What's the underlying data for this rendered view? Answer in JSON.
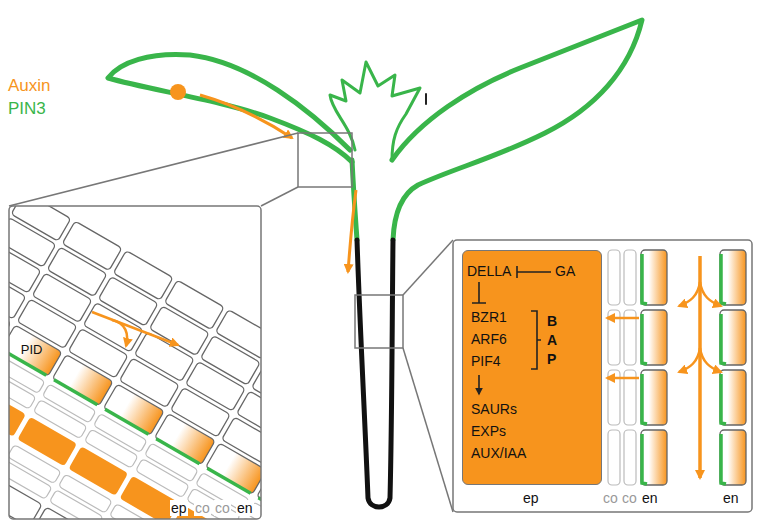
{
  "diagram": {
    "nodes": [
      {
        "text": [
          "PID"
        ]
      },
      {
        "text": [
          "DELLA",
          "GA",
          "BZR1",
          "ARF6",
          "PIF4",
          "B",
          "A",
          "P",
          "SAURs",
          "EXPs",
          "AUX/IAA"
        ]
      }
    ],
    "labels": [
      "ep",
      "co",
      "co",
      "en",
      "ep",
      "co",
      "co",
      "en",
      "en"
    ],
    "legend": [
      {
        "text": "Auxin",
        "color": "#F7941D"
      },
      {
        "text": "PIN3",
        "color": "#39B54A"
      }
    ]
  }
}
